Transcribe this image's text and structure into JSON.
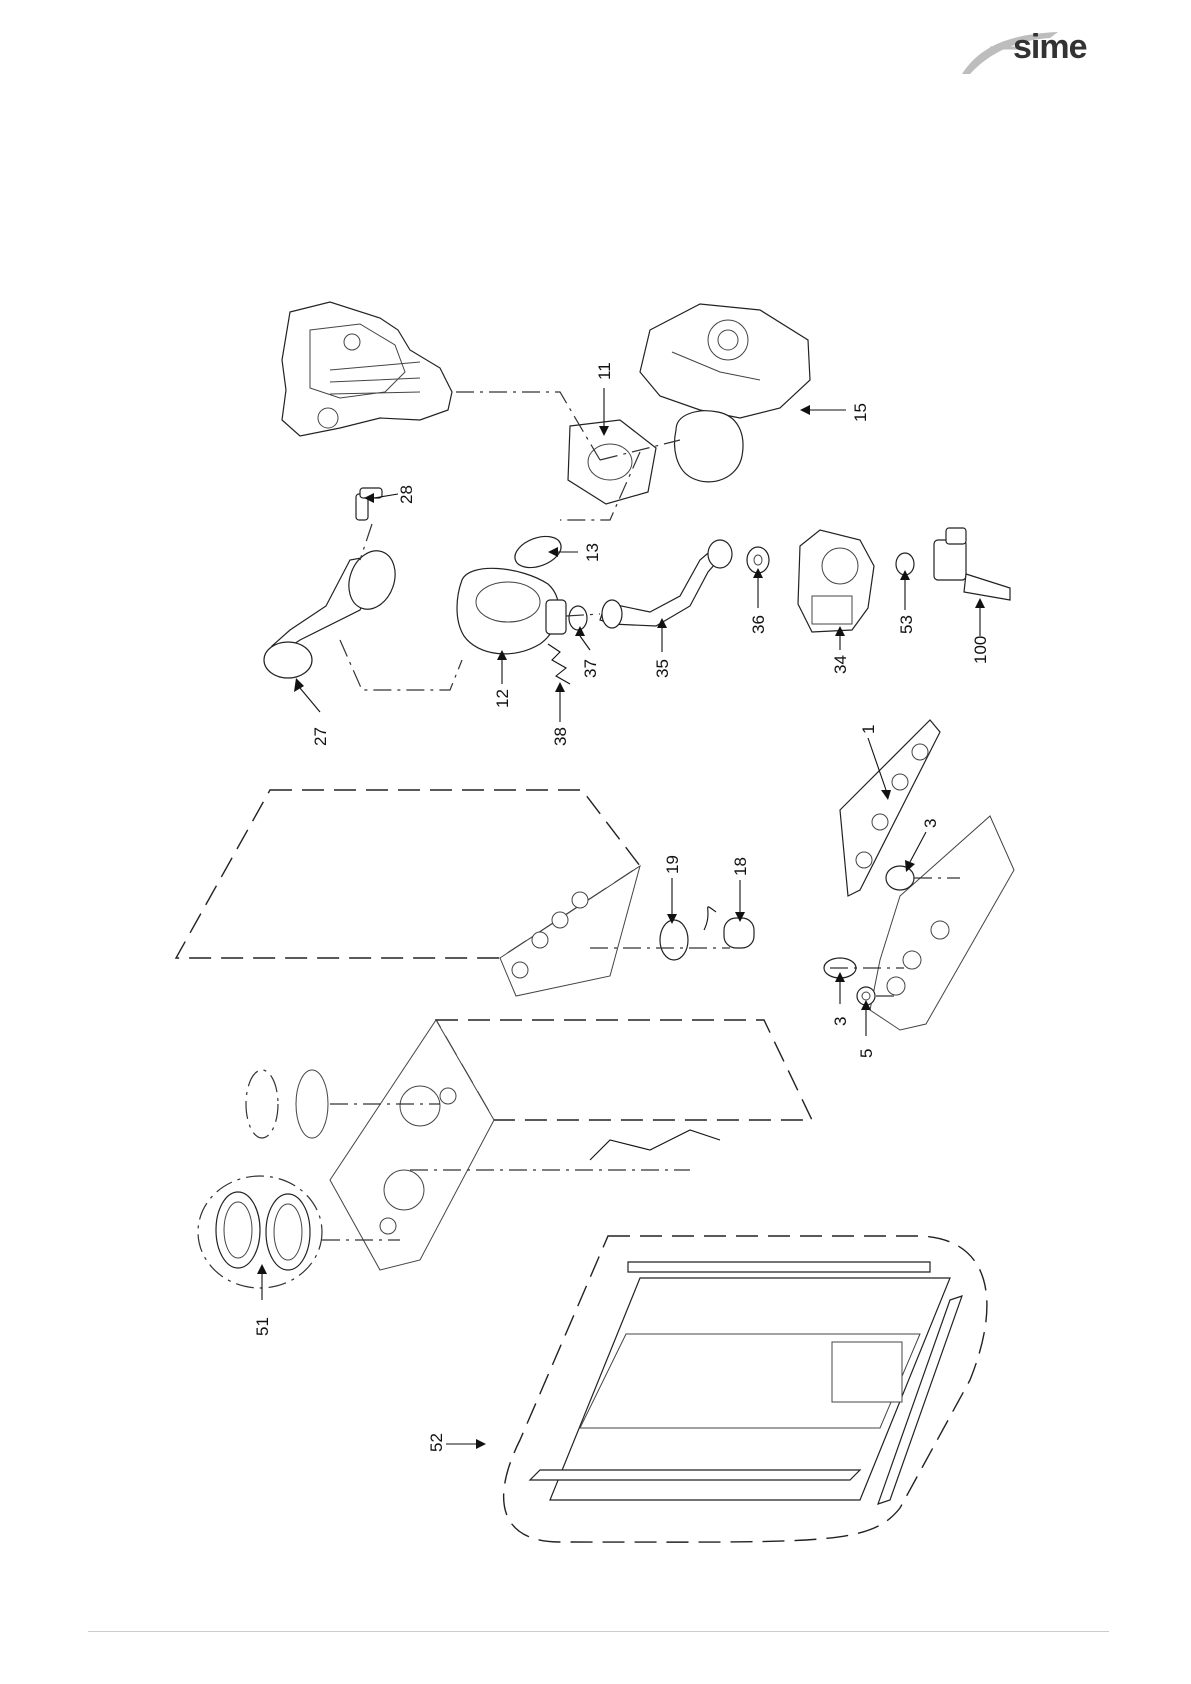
{
  "brand": {
    "name": "sime",
    "accent_color": "#333333",
    "logo_icon": "sime-swoosh-icon"
  },
  "callouts": [
    {
      "id": "11",
      "label": "11"
    },
    {
      "id": "15",
      "label": "15"
    },
    {
      "id": "28",
      "label": "28"
    },
    {
      "id": "13",
      "label": "13"
    },
    {
      "id": "36",
      "label": "36"
    },
    {
      "id": "53",
      "label": "53"
    },
    {
      "id": "100",
      "label": "100"
    },
    {
      "id": "37",
      "label": "37"
    },
    {
      "id": "35",
      "label": "35"
    },
    {
      "id": "34",
      "label": "34"
    },
    {
      "id": "12",
      "label": "12"
    },
    {
      "id": "38",
      "label": "38"
    },
    {
      "id": "27",
      "label": "27"
    },
    {
      "id": "1",
      "label": "1"
    },
    {
      "id": "3a",
      "label": "3"
    },
    {
      "id": "19",
      "label": "19"
    },
    {
      "id": "18",
      "label": "18"
    },
    {
      "id": "3b",
      "label": "3"
    },
    {
      "id": "5",
      "label": "5"
    },
    {
      "id": "51",
      "label": "51"
    },
    {
      "id": "52",
      "label": "52"
    }
  ]
}
